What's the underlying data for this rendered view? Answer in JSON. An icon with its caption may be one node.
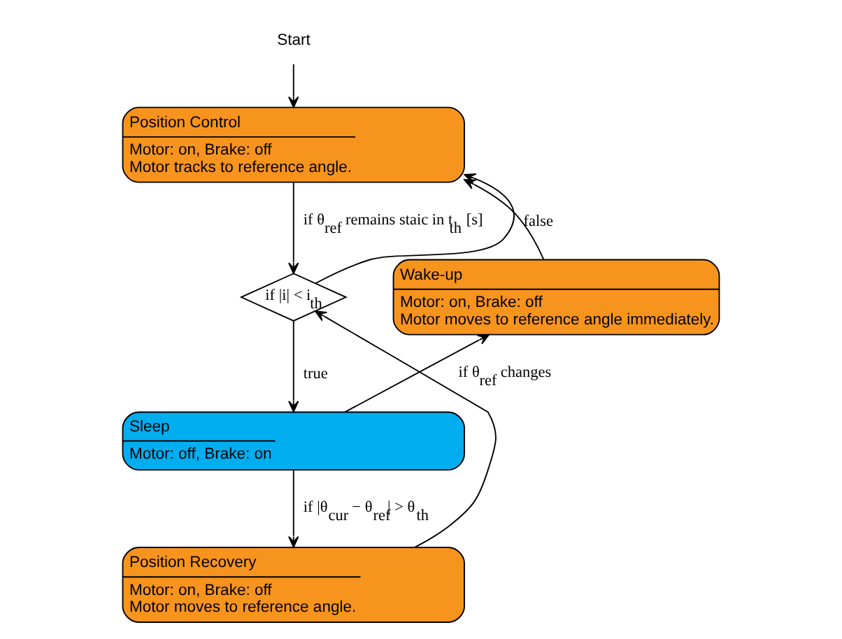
{
  "diagram": {
    "nodes": [
      {
        "text": [
          "Start"
        ]
      },
      {
        "text": [
          "Position Control",
          "Motor: on, Brake: off",
          "Motor tracks to reference angle."
        ]
      },
      {
        "text": [
          "if |i| < i$_{th}$"
        ]
      },
      {
        "text": [
          "Sleep",
          "Motor: off, Brake: on"
        ]
      },
      {
        "text": [
          "Position Recovery",
          "Motor: on, Brake: off",
          "Motor moves to reference angle."
        ]
      },
      {
        "text": [
          "Wake-up",
          "Motor: on, Brake: off",
          "Motor moves to reference angle immediately."
        ]
      }
    ],
    "edges": [
      {
        "from": 0,
        "to": 1,
        "arrow": "to"
      },
      {
        "from": 1,
        "to": 2,
        "arrow": "to",
        "label": "if θ$_{ref}$ remains staic in t$_{th}$ [s]"
      },
      {
        "from": 2,
        "to": 3,
        "arrow": "to",
        "label": "true"
      },
      {
        "from": 2,
        "to": 1,
        "arrow": "to",
        "label": "false"
      },
      {
        "from": 3,
        "to": 5,
        "arrow": "to",
        "label": "if θ$_{ref}$ changes"
      },
      {
        "from": 5,
        "to": 1,
        "arrow": "to"
      },
      {
        "from": 3,
        "to": 4,
        "arrow": "to",
        "label": "if |θ$_{cur}$ − θ$_{ref}$| > θ$_{th}$"
      },
      {
        "from": 4,
        "to": 2,
        "arrow": "to"
      }
    ]
  }
}
